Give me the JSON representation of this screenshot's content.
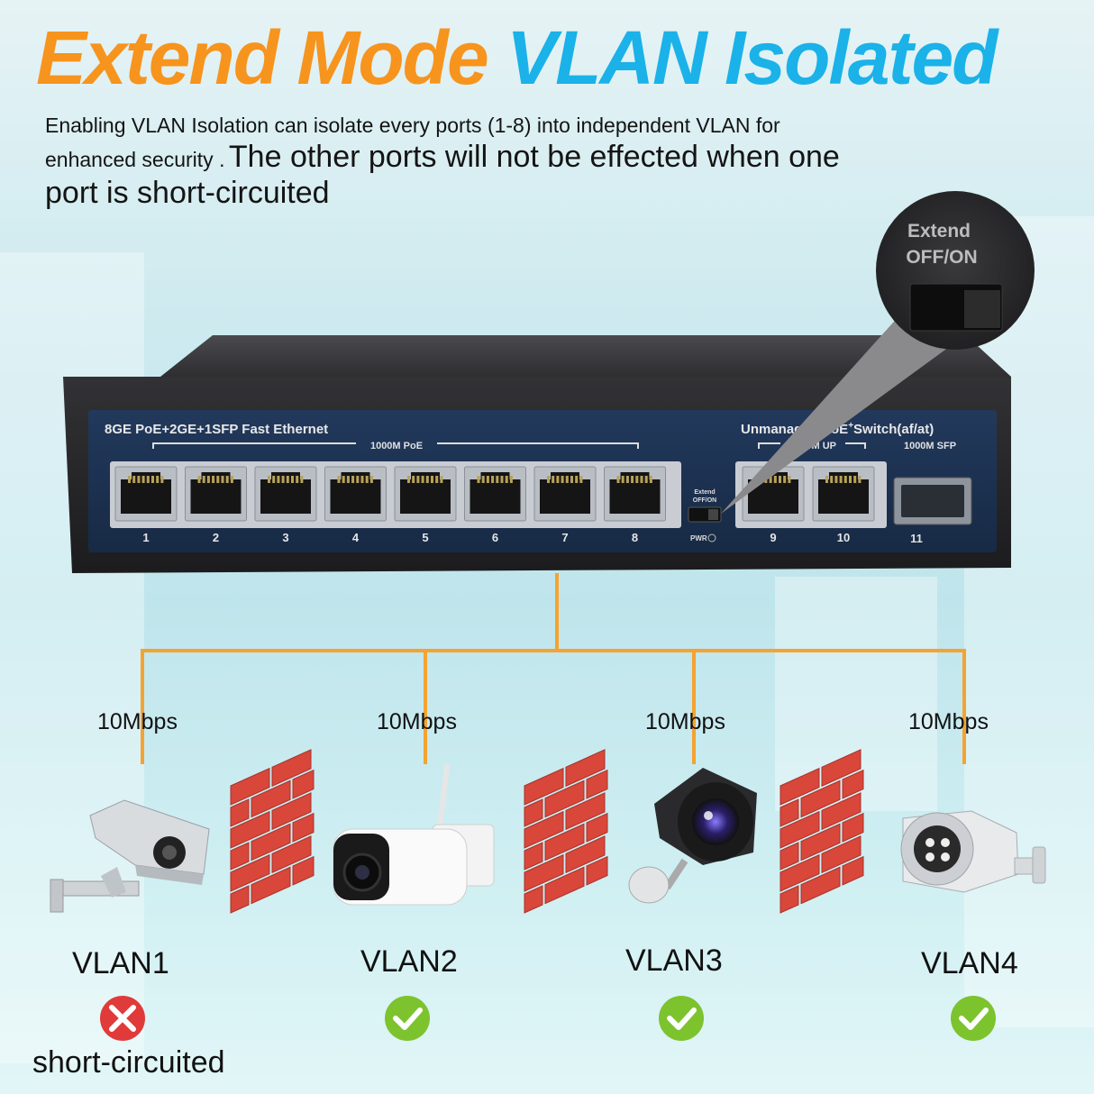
{
  "title": {
    "part1": "Extend Mode",
    "part2": "VLAN Isolated"
  },
  "description": {
    "line1": "Enabling VLAN Isolation can isolate every ports (1-8) into independent VLAN for",
    "line2_small": "enhanced security .",
    "line2_big": "The other ports will not be effected when one",
    "line3": "port is short-circuited"
  },
  "switch": {
    "left_label": "8GE PoE+2GE+1SFP Fast Ethernet",
    "right_label": "Unmanaged PoE",
    "right_label_sup": "+",
    "right_label_tail": "Switch(af/at)",
    "poe_group": "1000M PoE",
    "up_group": "1000M UP",
    "sfp_group": "1000M SFP",
    "extend_small": "Extend",
    "off_on_small": "OFF/ON",
    "pwr": "PWR",
    "ports": [
      "1",
      "2",
      "3",
      "4",
      "5",
      "6",
      "7",
      "8"
    ],
    "up_ports": [
      "9",
      "10"
    ],
    "sfp_port": "11"
  },
  "callout": {
    "line1": "Extend",
    "line2": "OFF/ON"
  },
  "branches": [
    {
      "speed": "10Mbps",
      "vlan": "VLAN1",
      "status": "fail",
      "note": "short-circuited"
    },
    {
      "speed": "10Mbps",
      "vlan": "VLAN2",
      "status": "ok"
    },
    {
      "speed": "10Mbps",
      "vlan": "VLAN3",
      "status": "ok"
    },
    {
      "speed": "10Mbps",
      "vlan": "VLAN4",
      "status": "ok"
    }
  ],
  "icons": {
    "fail": "close-circle-icon",
    "ok": "check-circle-icon",
    "firewall": "brick-wall-icon",
    "camera": "security-camera-icon"
  },
  "colors": {
    "orange": "#f7941d",
    "blue": "#1ab2e8",
    "brick": "#d9473a",
    "line": "#f5a330",
    "fail": "#e03a3a",
    "ok": "#7cc32e",
    "switch_body": "#2b2b2d",
    "panel": "#1d3556"
  }
}
